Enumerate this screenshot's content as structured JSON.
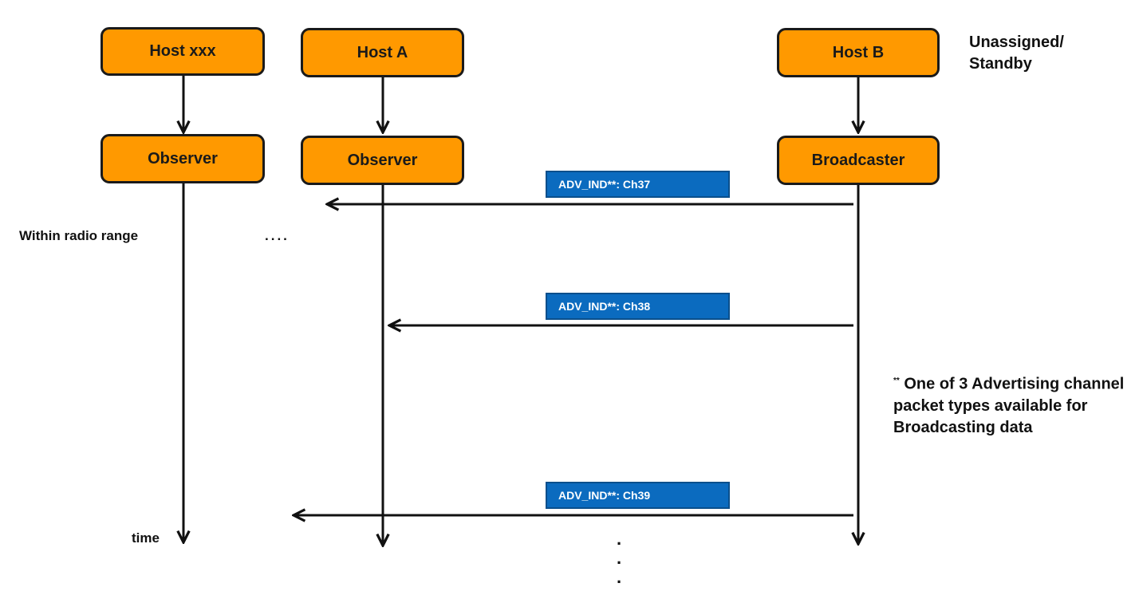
{
  "hosts": {
    "xxx": "Host xxx",
    "a": "Host A",
    "b": "Host B"
  },
  "roles": {
    "xxx": "Observer",
    "a": "Observer",
    "b": "Broadcaster"
  },
  "state_label": "Unassigned/ Standby",
  "messages": [
    "ADV_IND**: Ch37",
    "ADV_IND**: Ch38",
    "ADV_IND**: Ch39"
  ],
  "range_label": "Within radio range",
  "ellipsis": "....",
  "time_label": "time",
  "vertical_dots": ".\n.\n.",
  "footnote": {
    "marker": "**",
    "text": "One of 3 Advertising channel packet types available for Broadcasting data"
  },
  "colors": {
    "node_fill": "#ff9900",
    "message_fill": "#0b6bbf",
    "line": "#111111"
  }
}
